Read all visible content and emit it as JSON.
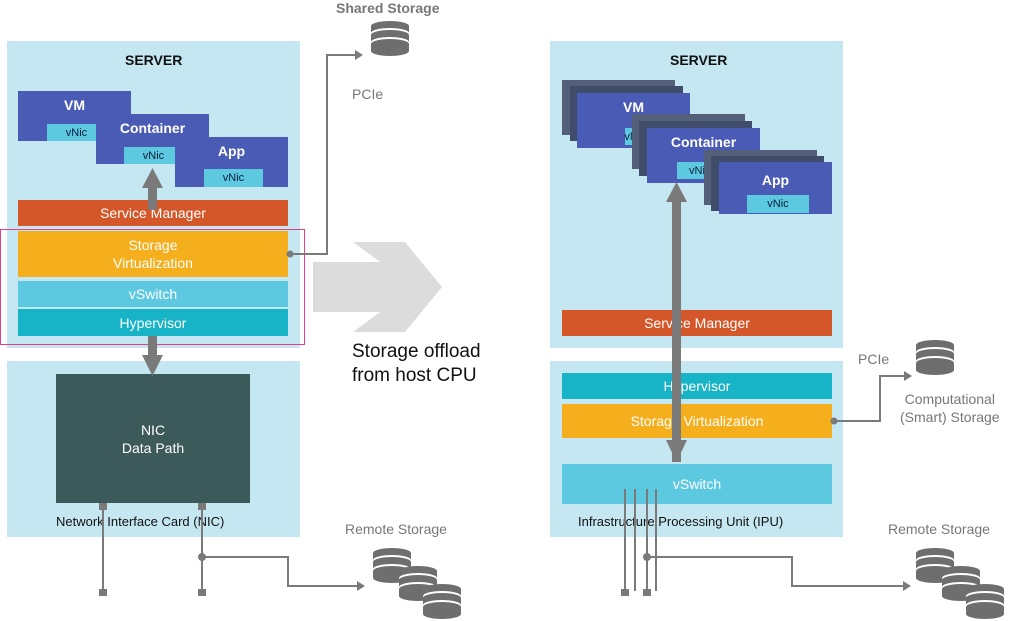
{
  "left": {
    "server_title": "SERVER",
    "vm": "VM",
    "container": "Container",
    "app": "App",
    "vnic": "vNic",
    "service_manager": "Service Manager",
    "storage_virt_line1": "Storage",
    "storage_virt_line2": "Virtualization",
    "vswitch": "vSwitch",
    "hypervisor": "Hypervisor",
    "nic_line1": "NIC",
    "nic_line2": "Data Path",
    "nic_title": "Network Interface Card (NIC)",
    "shared_storage": "Shared Storage",
    "pcie": "PCIe",
    "remote_storage": "Remote Storage"
  },
  "middle": {
    "offload_line1": "Storage offload",
    "offload_line2": "from host CPU"
  },
  "right": {
    "server_title": "SERVER",
    "vm": "VM",
    "container": "Container",
    "app": "App",
    "vnic_vm": "vNic",
    "vnic_container": "vNi",
    "vnic_app": "vNic",
    "service_manager": "Service Manager",
    "hypervisor": "Hypervisor",
    "storage_virt": "Storage Virtualization",
    "vswitch": "vSwitch",
    "ipu_title": "Infrastructure Processing Unit (IPU)",
    "pcie": "PCIe",
    "computational_line1": "Computational",
    "computational_line2": "(Smart) Storage",
    "remote_storage": "Remote Storage"
  },
  "colors": {
    "panel": "#c4e7f2",
    "service_manager": "#d4572a",
    "storage_virtualization": "#f5ae1c",
    "vswitch": "#5cc9e0",
    "hypervisor": "#17b3c6",
    "workload": "#4a5bb5",
    "nic_core": "#3d5a5a",
    "highlight": "#e0408a",
    "connector": "#7a7a7a"
  }
}
